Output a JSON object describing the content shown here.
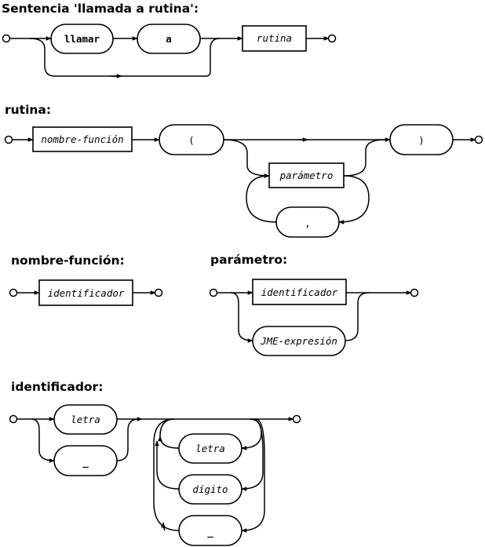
{
  "titles": {
    "sentence": "Sentencia 'llamada a rutina':",
    "routine": "rutina:",
    "function_name": "nombre-función:",
    "parameter": "parámetro:",
    "identifier": "identificador:"
  },
  "sentence": {
    "llamar": "llamar",
    "a": "a",
    "rutina": "rutina"
  },
  "routine": {
    "nombre_funcion": "nombre-función",
    "open_paren": "(",
    "close_paren": ")",
    "parametro": "parámetro",
    "comma": ","
  },
  "function_name": {
    "identificador": "identificador"
  },
  "parameter": {
    "identificador": "identificador",
    "jme_expresion": "JME-expresión"
  },
  "identifier": {
    "letra_first": "letra",
    "underscore_first": "_",
    "letra_loop": "letra",
    "digito_loop": "dígito",
    "underscore_loop": "_"
  }
}
